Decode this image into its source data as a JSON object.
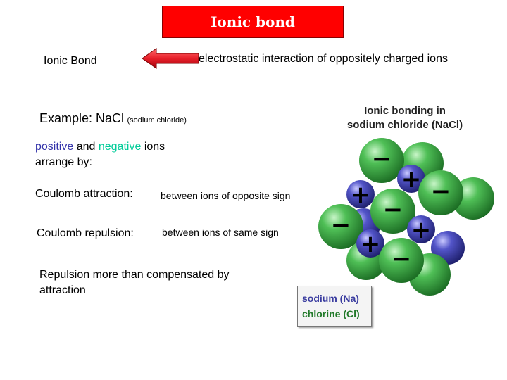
{
  "title": "Ionic bond",
  "definition": {
    "term": "Ionic Bond",
    "description": "electrostatic interaction of oppositely charged ions"
  },
  "example": {
    "label": "Example: NaCl",
    "detail": "(sodium chloride)"
  },
  "arrangement": {
    "positive": "positive",
    "and": "and",
    "negative": "negative",
    "ions": "ions",
    "line2": "arrange by:"
  },
  "coulomb_attraction": {
    "label": "Coulomb attraction:",
    "detail": "between ions of opposite sign"
  },
  "coulomb_repulsion": {
    "label": "Coulomb repulsion:",
    "detail": "between ions of same sign"
  },
  "conclusion": {
    "line1": "Repulsion more than compensated by",
    "line2": "attraction"
  },
  "diagram": {
    "title_line1": "Ionic bonding in",
    "title_line2": "sodium chloride (NaCl)",
    "positive_sign": "+",
    "negative_sign": "−",
    "legend_sodium": "sodium (Na)",
    "legend_chlorine": "chlorine (Cl)"
  },
  "colors": {
    "title_bg": "#ff0000",
    "positive_text": "#3333aa",
    "negative_text": "#00cc99",
    "arrow": "#e8202a",
    "sodium": "#3d3fa0",
    "chlorine": "#2f9a3a",
    "legend_sodium": "#3b3da0",
    "legend_chlorine": "#227a2a"
  }
}
